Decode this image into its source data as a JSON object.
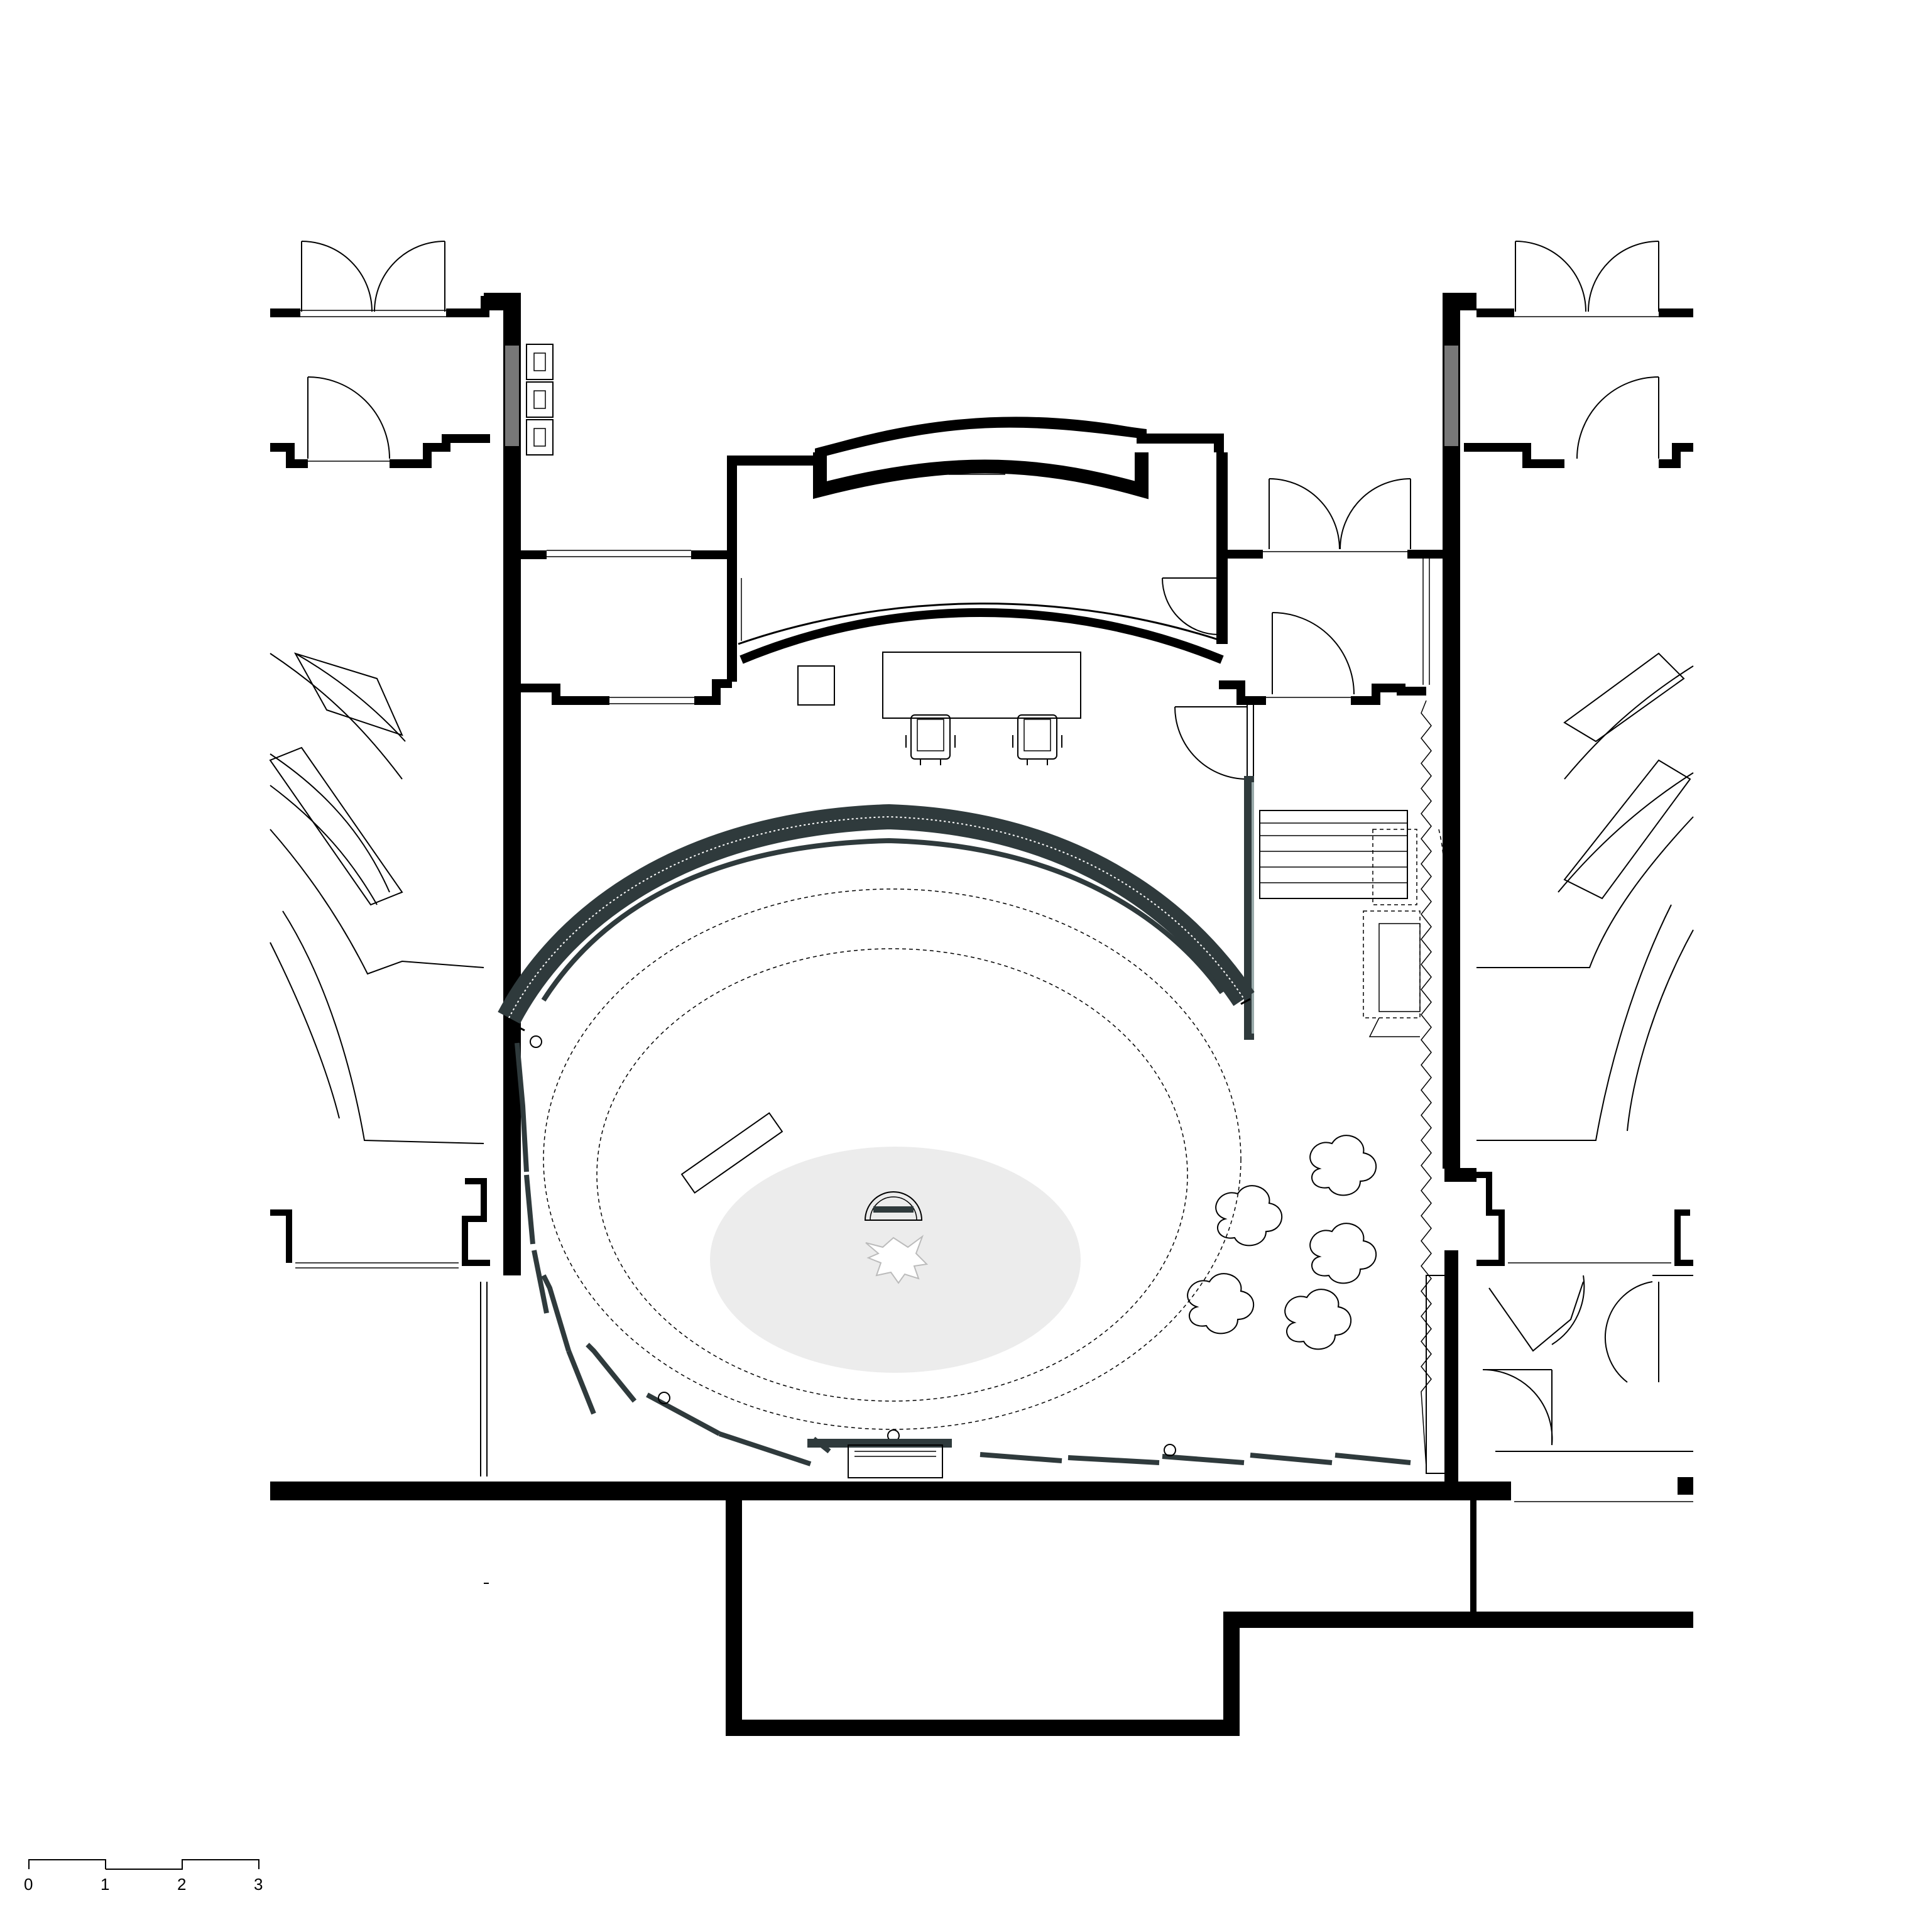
{
  "drawing": {
    "type": "architectural floor plan",
    "colors": {
      "wall": "#000000",
      "line": "#000000",
      "floor_disc": "#ececec",
      "bench_dark": "#2f3a3c",
      "panel_grey": "#777777",
      "background": "#ffffff"
    }
  },
  "scale_bar": {
    "labels": [
      "0",
      "1",
      "2",
      "3"
    ]
  },
  "icons": {
    "chairs": "office-chair-icon",
    "pouf": "pouf-icon",
    "doors": "swing-door-icon"
  }
}
